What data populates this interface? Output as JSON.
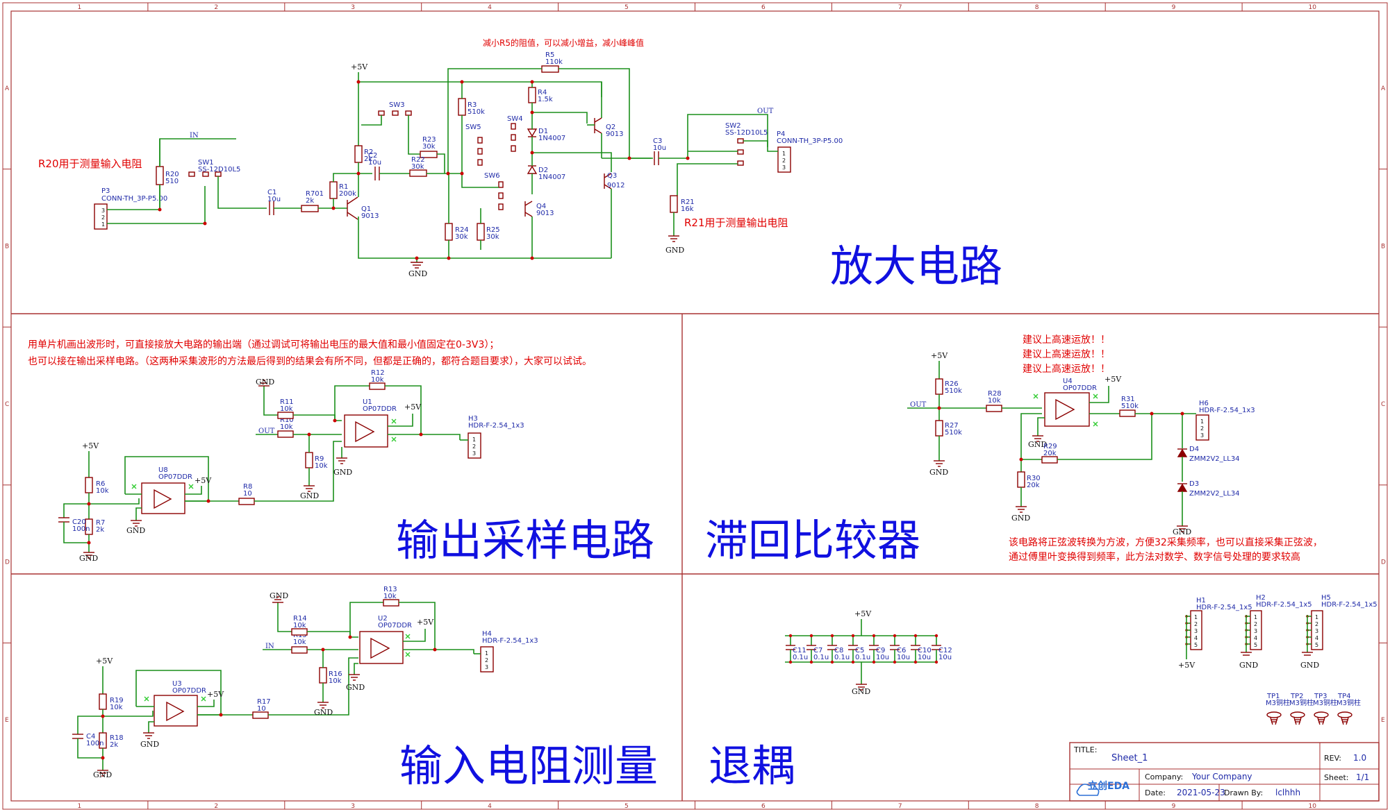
{
  "sheet": {
    "grid_columns": [
      "1",
      "2",
      "3",
      "4",
      "5",
      "6",
      "7",
      "8",
      "9",
      "10"
    ],
    "grid_rows": [
      "A",
      "B",
      "C",
      "D",
      "E"
    ]
  },
  "sections": {
    "amplifier": "放大电路",
    "output_sampling": "输出采样电路",
    "hysteresis_comparator": "滞回比较器",
    "input_resistance": "输入电阻测量",
    "decoupling": "退耦"
  },
  "notes": {
    "r5_note": "减小R5的阻值，可以减小增益，减小峰峰值",
    "r20_note": "R20用于测量输入电阻",
    "r21_note": "R21用于测量输出电阻",
    "mcu_note_1": "用单片机画出波形时，可直接接放大电路的输出端（通过调试可将输出电压的最大值和最小值固定在0-3V3）；",
    "mcu_note_2": "也可以接在输出采样电路。（这两种采集波形的方法最后得到的结果会有所不同，但都是正确的，都符合题目要求），大家可以试试。",
    "opamp_note_1": "建议上高速运放！！",
    "opamp_note_2": "建议上高速运放！！",
    "opamp_note_3": "建议上高速运放！！",
    "comparator_note_1": "该电路将正弦波转换为方波，方便32采集频率，也可以直接采集正弦波，",
    "comparator_note_2": "通过傅里叶变换得到频率，此方法对数学、数字信号处理的要求较高"
  },
  "power": {
    "vcc": "+5V",
    "gnd": "GND"
  },
  "nets": {
    "in": "IN",
    "out": "OUT"
  },
  "amp_parts": {
    "r5": [
      "R5",
      "110k"
    ],
    "r4": [
      "R4",
      "1.5k"
    ],
    "r3": [
      "R3",
      "510k"
    ],
    "r2": [
      "R2",
      "2k"
    ],
    "r1": [
      "R1",
      "200k"
    ],
    "r23": [
      "R23",
      "30k"
    ],
    "r22": [
      "R22",
      "30k"
    ],
    "r24": [
      "R24",
      "30k"
    ],
    "r25": [
      "R25",
      "30k"
    ],
    "r20": [
      "R20",
      "510"
    ],
    "r701": [
      "R701",
      "2k"
    ],
    "r21": [
      "R21",
      "16k"
    ],
    "c1": [
      "C1",
      "10u"
    ],
    "c2": [
      "C2",
      "10u"
    ],
    "c3": [
      "C3",
      "10u"
    ],
    "q1": [
      "Q1",
      "9013"
    ],
    "q2": [
      "Q2",
      "9013"
    ],
    "q3": [
      "Q3",
      "9012"
    ],
    "q4": [
      "Q4",
      "9013"
    ],
    "d1": [
      "D1",
      "1N4007"
    ],
    "d2": [
      "D2",
      "1N4007"
    ],
    "sw1": [
      "SW1",
      "SS-12D10L5"
    ],
    "sw2": [
      "SW2",
      "SS-12D10L5"
    ],
    "sw3": "SW3",
    "sw4": "SW4",
    "sw5": "SW5",
    "sw6": "SW6",
    "p3": [
      "P3",
      "CONN-TH_3P-P5.00"
    ],
    "p4": [
      "P4",
      "CONN-TH_3P-P5.00"
    ]
  },
  "sampling_parts": {
    "r6": [
      "R6",
      "10k"
    ],
    "r7": [
      "R7",
      "2k"
    ],
    "c20": [
      "C20",
      "100n"
    ],
    "u8": [
      "U8",
      "OP07DDR"
    ],
    "r8": [
      "R8",
      "10"
    ],
    "r9": [
      "R9",
      "10k"
    ],
    "r10": [
      "R10",
      "10k"
    ],
    "r11": [
      "R11",
      "10k"
    ],
    "r12": [
      "R12",
      "10k"
    ],
    "u1": [
      "U1",
      "OP07DDR"
    ],
    "h3": [
      "H3",
      "HDR-F-2.54_1x3"
    ]
  },
  "input_meas_parts": {
    "r19": [
      "R19",
      "10k"
    ],
    "r18": [
      "R18",
      "2k"
    ],
    "c4": [
      "C4",
      "100n"
    ],
    "u3": [
      "U3",
      "OP07DDR"
    ],
    "r17": [
      "R17",
      "10"
    ],
    "r16": [
      "R16",
      "10k"
    ],
    "r15": [
      "R15",
      "10k"
    ],
    "r14": [
      "R14",
      "10k"
    ],
    "r13": [
      "R13",
      "10k"
    ],
    "u2": [
      "U2",
      "OP07DDR"
    ],
    "h4": [
      "H4",
      "HDR-F-2.54_1x3"
    ]
  },
  "comparator_parts": {
    "r26": [
      "R26",
      "510k"
    ],
    "r27": [
      "R27",
      "510k"
    ],
    "r28": [
      "R28",
      "10k"
    ],
    "u4": [
      "U4",
      "OP07DDR"
    ],
    "r31": [
      "R31",
      "510k"
    ],
    "r29": [
      "R29",
      "20k"
    ],
    "r30": [
      "R30",
      "20k"
    ],
    "h6": [
      "H6",
      "HDR-F-2.54_1x3"
    ],
    "d4": [
      "D4",
      "ZMM2V2_LL34"
    ],
    "d3": [
      "D3",
      "ZMM2V2_LL34"
    ]
  },
  "decoupling_parts": {
    "caps": [
      [
        "C11",
        "0.1u"
      ],
      [
        "C7",
        "0.1u"
      ],
      [
        "C8",
        "0.1u"
      ],
      [
        "C5",
        "0.1u"
      ],
      [
        "C9",
        "10u"
      ],
      [
        "C6",
        "10u"
      ],
      [
        "C10",
        "10u"
      ],
      [
        "C12",
        "10u"
      ]
    ]
  },
  "headers": {
    "h1": [
      "H1",
      "HDR-F-2.54_1x5"
    ],
    "h2": [
      "H2",
      "HDR-F-2.54_1x5"
    ],
    "h5": [
      "H5",
      "HDR-F-2.54_1x5"
    ],
    "tp": [
      [
        "TP1",
        "M3铜柱"
      ],
      [
        "TP2",
        "M3铜柱"
      ],
      [
        "TP3",
        "M3铜柱"
      ],
      [
        "TP4",
        "M3铜柱"
      ]
    ]
  },
  "title_block": {
    "title_label": "TITLE:",
    "title": "Sheet_1",
    "rev_label": "REV:",
    "rev": "1.0",
    "company_label": "Company:",
    "company": "Your Company",
    "sheet_label": "Sheet:",
    "sheet": "1/1",
    "date_label": "Date:",
    "date": "2021-05-23",
    "drawn_label": "Drawn By:",
    "drawn": "lclhhh",
    "logo": "立创EDA"
  }
}
